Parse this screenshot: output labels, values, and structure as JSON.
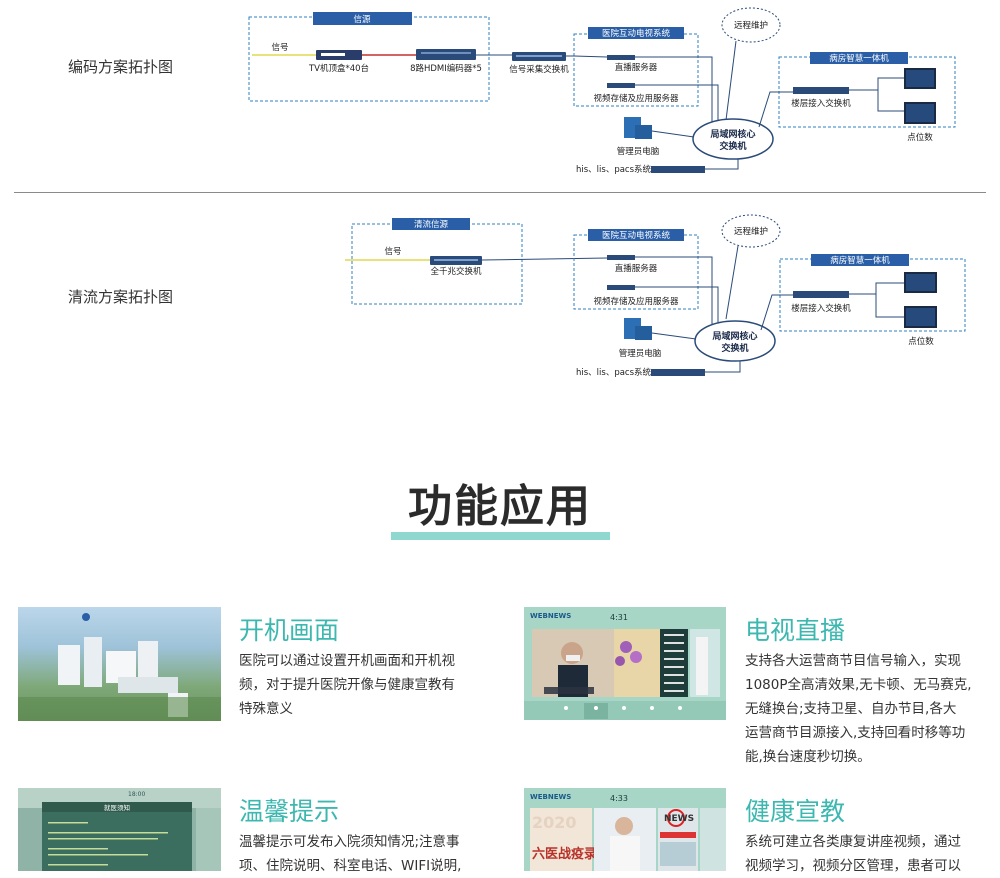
{
  "topology": {
    "encoding": {
      "row_label": "编码方案拓扑图",
      "source_group": "信源",
      "signal": "信号",
      "stb": "TV机顶盒*40台",
      "encoder": "8路HDMI编码器*5",
      "collect_switch": "信号采集交换机",
      "iptv_group": "医院互动电视系统",
      "live_server": "直播服务器",
      "storage_server": "视频存储及应用服务器",
      "remote": "远程维护",
      "admin_pc": "管理员电脑",
      "core_switch_1": "局域网核心",
      "core_switch_2": "交换机",
      "his": "his、lis、pacs系统",
      "ward_group": "病房智慧一体机",
      "floor_switch": "楼层接入交换机",
      "points": "点位数"
    },
    "clear": {
      "row_label": "清流方案拓扑图",
      "source_group": "清流信源",
      "signal": "信号",
      "gigabit_switch": "全千兆交换机",
      "iptv_group": "医院互动电视系统",
      "live_server": "直播服务器",
      "storage_server": "视频存储及应用服务器",
      "remote": "远程维护",
      "admin_pc": "管理员电脑",
      "core_switch_1": "局域网核心",
      "core_switch_2": "交换机",
      "his": "his、lis、pacs系统",
      "ward_group": "病房智慧一体机",
      "floor_switch": "楼层接入交换机",
      "points": "点位数"
    }
  },
  "section": {
    "title": "功能应用"
  },
  "features": [
    {
      "title": "开机画面",
      "lines": [
        "医院可以通过设置开机画面和开机视",
        "频，对于提升医院开像与健康宣教有",
        "特殊意义"
      ]
    },
    {
      "title": "电视直播",
      "lines": [
        "支持各大运营商节目信号输入，实现",
        "1080P全高清效果,无卡顿、无马赛克,",
        "无缝换台;支持卫星、自办节目,各大",
        "运营商节目源接入,支持回看时移等功",
        "能,换台速度秒切换。"
      ]
    },
    {
      "title": "温馨提示",
      "lines": [
        "温馨提示可发布入院须知情况;注意事",
        "项、住院说明、科室电话、WIFI说明,"
      ]
    },
    {
      "title": "健康宣教",
      "lines": [
        "系统可建立各类康复讲座视频，通过",
        "视频学习，视频分区管理，患者可以"
      ]
    }
  ],
  "screens": {
    "brand": "WEBNEWS",
    "clock1": "4:31",
    "clock2": "4:33",
    "clock3": "18:00",
    "welcome_title": "就医须知",
    "news_tag": "NEWS",
    "year_text": "2020",
    "poster_text": "六医战疫录"
  },
  "colors": {
    "accent": "#3cb8b0",
    "underline": "#8fd8d0",
    "group_border": "#2f7fc1",
    "group_header": "#2a5fa8"
  }
}
